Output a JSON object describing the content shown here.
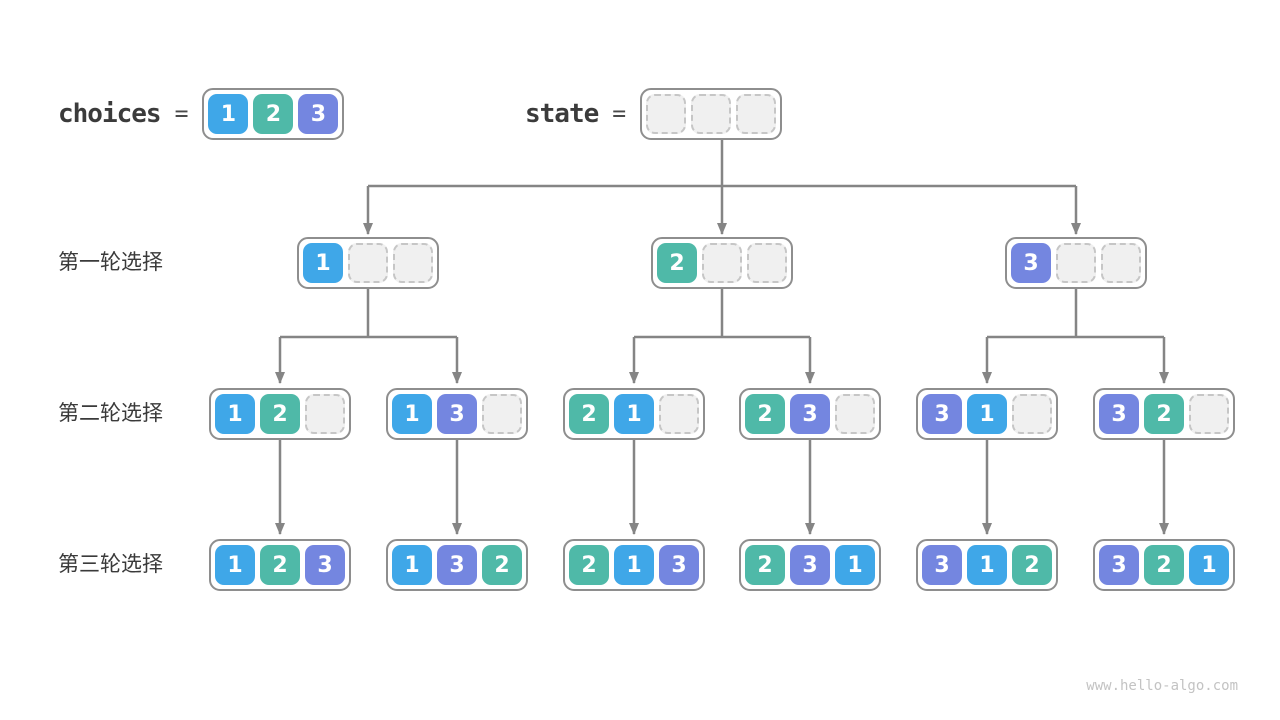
{
  "header": {
    "choices_label": "choices",
    "equals": "=",
    "state_label": "state",
    "choices_cells": [
      "1",
      "2",
      "3"
    ],
    "state_cells": [
      "",
      "",
      ""
    ]
  },
  "rows": [
    {
      "label": "第一轮选择",
      "nodes": [
        {
          "cells": [
            "1",
            "",
            ""
          ]
        },
        {
          "cells": [
            "2",
            "",
            ""
          ]
        },
        {
          "cells": [
            "3",
            "",
            ""
          ]
        }
      ]
    },
    {
      "label": "第二轮选择",
      "nodes": [
        {
          "cells": [
            "1",
            "2",
            ""
          ]
        },
        {
          "cells": [
            "1",
            "3",
            ""
          ]
        },
        {
          "cells": [
            "2",
            "1",
            ""
          ]
        },
        {
          "cells": [
            "2",
            "3",
            ""
          ]
        },
        {
          "cells": [
            "3",
            "1",
            ""
          ]
        },
        {
          "cells": [
            "3",
            "2",
            ""
          ]
        }
      ]
    },
    {
      "label": "第三轮选择",
      "nodes": [
        {
          "cells": [
            "1",
            "2",
            "3"
          ]
        },
        {
          "cells": [
            "1",
            "3",
            "2"
          ]
        },
        {
          "cells": [
            "2",
            "1",
            "3"
          ]
        },
        {
          "cells": [
            "2",
            "3",
            "1"
          ]
        },
        {
          "cells": [
            "3",
            "1",
            "2"
          ]
        },
        {
          "cells": [
            "3",
            "2",
            "1"
          ]
        }
      ]
    }
  ],
  "colors": {
    "choice1_blue": "#3FA7E8",
    "choice2_teal": "#4FB9A8",
    "choice3_purple": "#7486E0",
    "empty_cell_fill": "#F0F0F0",
    "empty_cell_border": "#C6C6C6",
    "node_border": "#8E8E8E",
    "connector_line": "#858585",
    "text_dark": "#3A3A3A",
    "watermark_gray": "#C3C3C3"
  },
  "footer": {
    "watermark": "www.hello-algo.com"
  }
}
